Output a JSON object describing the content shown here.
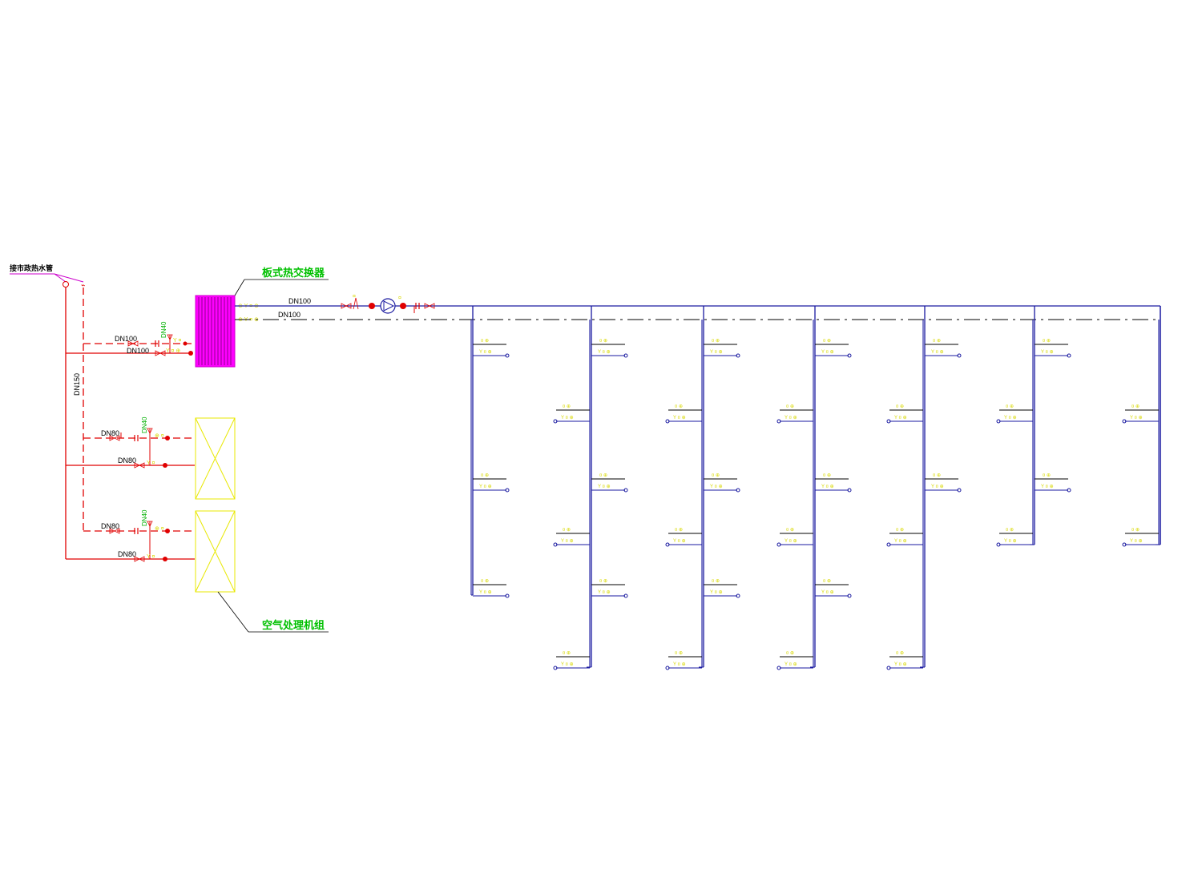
{
  "diagram": {
    "source_label": "接市政热水管",
    "heat_exchanger_label": "板式热交换器",
    "ahu_label": "空气处理机组",
    "main_riser_size": "DN150",
    "hx_supply_size": "DN100",
    "hx_return_size": "DN100",
    "hx_bypass_size": "DN40",
    "secondary_supply_size": "DN100",
    "secondary_return_size": "DN100",
    "ahu1_supply_size": "DN80",
    "ahu1_return_size": "DN80",
    "ahu1_bypass_size": "DN40",
    "ahu2_supply_size": "DN80",
    "ahu2_return_size": "DN80",
    "ahu2_bypass_size": "DN40",
    "colors": {
      "primary_pipe": "#e00000",
      "secondary_pipe": "#1a1aa0",
      "source_pipe": "#cc00cc",
      "exchanger_fill": "#ff00ff",
      "equipment_outline": "#e8e800",
      "valve_yellow": "#e8e800",
      "label_green": "#00c000",
      "endpoint_red": "#e00000"
    }
  }
}
